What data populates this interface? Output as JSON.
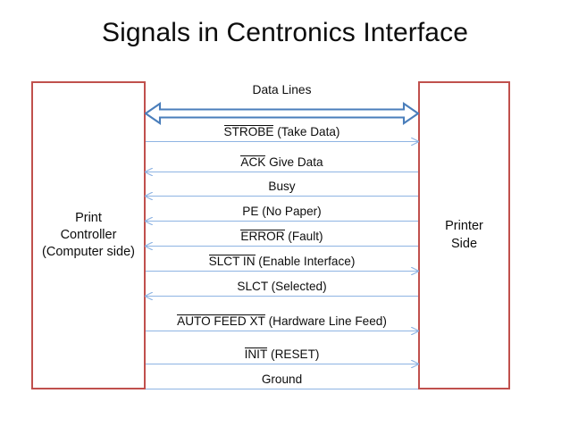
{
  "title": "Signals in Centronics Interface",
  "colors": {
    "box_border": "#c0504d",
    "arrow_line": "#8eb4e3",
    "block_arrow_stroke": "#4a7ebb",
    "text": "#0d0d0d",
    "background": "#ffffff"
  },
  "left_box": {
    "label": "Print\nController\n(Computer side)"
  },
  "right_box": {
    "label": "Printer\nSide"
  },
  "data_lines": {
    "label": "Data Lines",
    "direction": "bidirectional",
    "style": "block-arrow"
  },
  "signals": [
    {
      "name": "strobe",
      "overline_text": "STROBE",
      "plain_text": " (Take Data)",
      "direction": "right"
    },
    {
      "name": "ack",
      "overline_text": "ACK",
      "plain_text": " Give Data",
      "direction": "left"
    },
    {
      "name": "busy",
      "overline_text": "",
      "plain_text": "Busy",
      "direction": "left"
    },
    {
      "name": "pe",
      "overline_text": "",
      "plain_text": "PE (No Paper)",
      "direction": "left"
    },
    {
      "name": "error",
      "overline_text": "ERROR",
      "plain_text": " (Fault)",
      "direction": "left"
    },
    {
      "name": "slct-in",
      "overline_text": "SLCT IN",
      "plain_text": " (Enable Interface)",
      "direction": "right"
    },
    {
      "name": "slct",
      "overline_text": "",
      "plain_text": "SLCT (Selected)",
      "direction": "left"
    },
    {
      "name": "auto-feed-xt",
      "overline_text": "AUTO FEED XT",
      "plain_text": " (Hardware Line Feed)",
      "direction": "right"
    },
    {
      "name": "init",
      "overline_text": "INIT",
      "plain_text": " (RESET)",
      "direction": "right"
    },
    {
      "name": "ground",
      "overline_text": "",
      "plain_text": "Ground",
      "direction": "none"
    }
  ]
}
